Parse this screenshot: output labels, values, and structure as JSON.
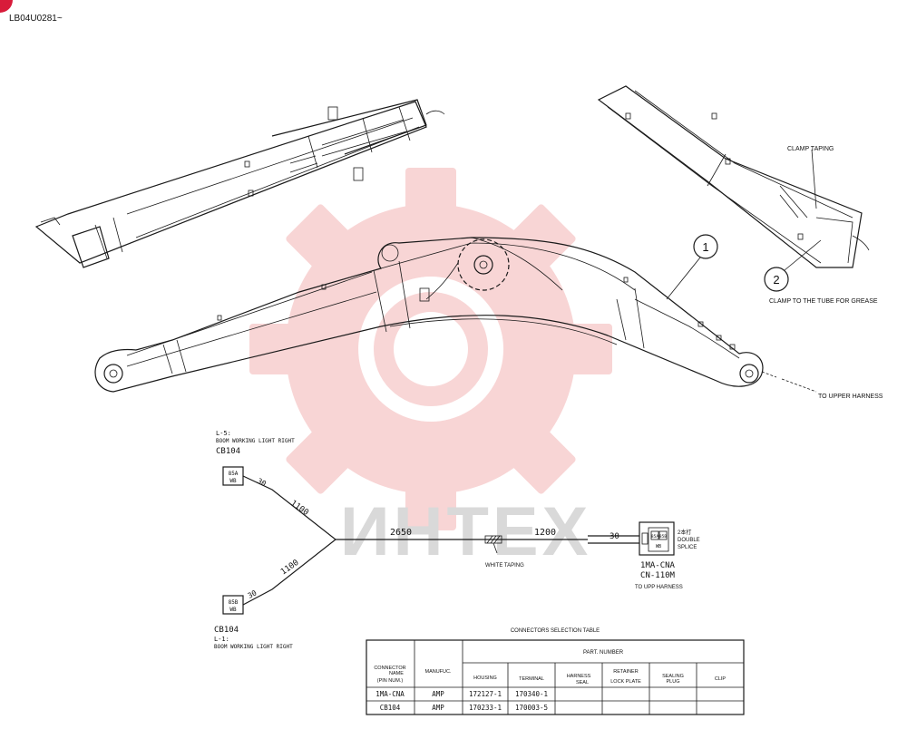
{
  "doc_id": "LB04U0281~",
  "watermark": {
    "text": "ИНТЕХ",
    "color": "#f3b4b4"
  },
  "callouts": {
    "c1": "1",
    "c2": "2",
    "clamp_taping": "CLAMP TAPING",
    "clamp_tube": "CLAMP TO THE TUBE FOR GREASE",
    "to_upper": "TO UPPER HARNESS"
  },
  "harness": {
    "top_label_1": "L-5:",
    "top_label_2": "BOOM WORKING LIGHT RIGHT",
    "top_conn": "CB104",
    "box_a_1": "85A",
    "box_a_2": "WB",
    "box_b_1": "85B",
    "box_b_2": "WB",
    "len_a_30": "30",
    "len_a_1100": "1100",
    "len_b_30": "30",
    "len_b_1100": "1100",
    "len_2650": "2650",
    "len_1200": "1200",
    "len_30_right": "30",
    "white_taping": "WHITE TAPING",
    "splice_1": "2本打",
    "splice_2": "DOUBLE",
    "splice_3": "SPLICE",
    "conn_pin_1": "85A",
    "conn_pin_2": "85B",
    "conn_wb": "WB",
    "conn_name_1": "1MA-CNA",
    "conn_name_2": "CN-110M",
    "to_upp": "TO UPP HARNESS",
    "bottom_conn": "CB104",
    "bottom_label_1": "L-1:",
    "bottom_label_2": "BOOM WORKING LIGHT RIGHT"
  },
  "table": {
    "title": "CONNECTORS SELECTION TABLE",
    "h_connector_1": "CONNECTOR",
    "h_connector_2": "NAME",
    "h_connector_3": "(PIN NUM.)",
    "h_manuf": "MANUFUC.",
    "h_part": "PART. NUMBER",
    "h_housing": "HOUSING",
    "h_terminal": "TERMINAL",
    "h_seal_1": "HARNESS",
    "h_seal_2": "SEAL",
    "h_retainer_1": "RETAINER",
    "h_retainer_2": "LOCK PLATE",
    "h_plug_1": "SEALING",
    "h_plug_2": "PLUG",
    "h_clip": "CLIP",
    "rows": [
      [
        "1MA-CNA",
        "AMP",
        "172127-1",
        "170340-1",
        "",
        "",
        "",
        ""
      ],
      [
        "CB104",
        "AMP",
        "170233-1",
        "170003-5",
        "",
        "",
        "",
        ""
      ]
    ]
  }
}
